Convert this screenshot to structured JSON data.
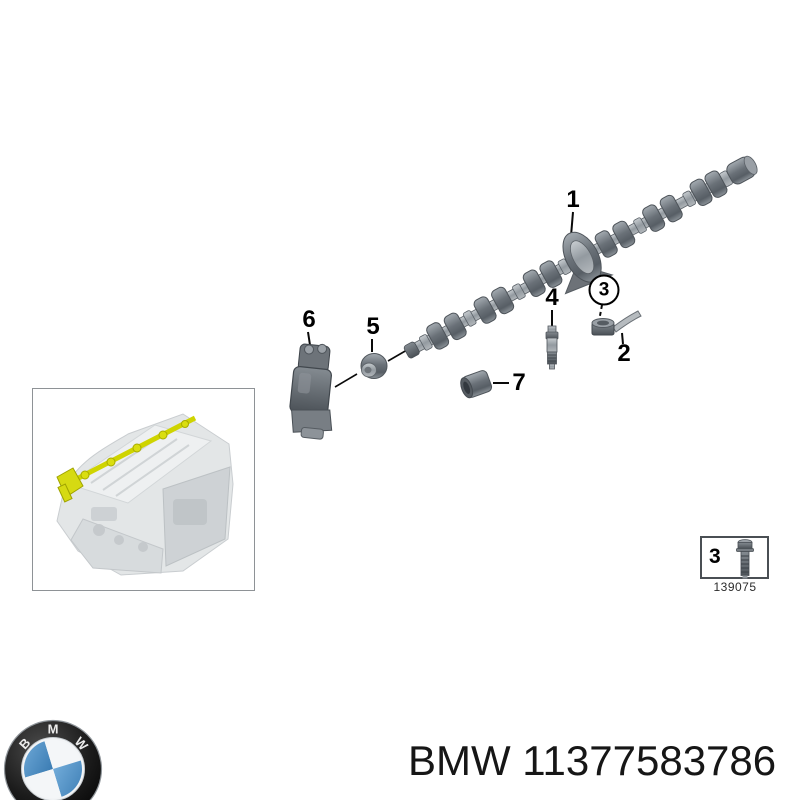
{
  "colors": {
    "accent_yellow": "#cfd400",
    "bmw_blue": "#4d90c8",
    "part_gray": "#8a9096",
    "label_black": "#000000"
  },
  "diagram": {
    "description_icon": "camshaft-exploded-diagram",
    "callouts": [
      {
        "label": "1"
      },
      {
        "label": "2"
      },
      {
        "label": "3"
      },
      {
        "label": "4"
      },
      {
        "label": "5"
      },
      {
        "label": "6"
      },
      {
        "label": "7"
      }
    ]
  },
  "part_box": {
    "number": "3",
    "code": "139075",
    "icon": "bolt-icon"
  },
  "thumbnail": {
    "icon": "engine-3d-thumbnail"
  },
  "footer": {
    "logo_icon": "bmw-roundel-logo",
    "logo_letters": [
      "B",
      "M",
      "W"
    ],
    "text": "BMW 11377583786"
  }
}
